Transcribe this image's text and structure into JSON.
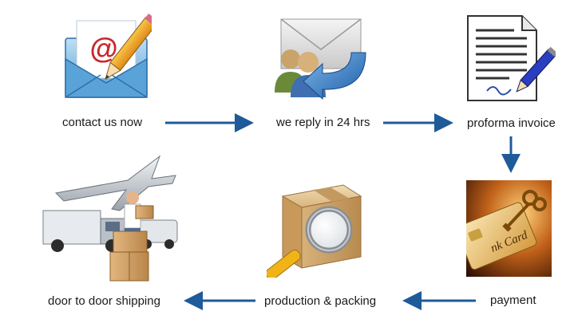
{
  "steps": [
    {
      "label": "contact us now",
      "icon": "email-envelope-icon"
    },
    {
      "label": "we reply in 24 hrs",
      "icon": "reply-mail-icon"
    },
    {
      "label": "proforma invoice",
      "icon": "invoice-document-icon"
    },
    {
      "label": "payment",
      "icon": "credit-card-key-icon"
    },
    {
      "label": "production & packing",
      "icon": "package-magnifier-icon"
    },
    {
      "label": "door to door shipping",
      "icon": "shipping-logistics-icon"
    }
  ],
  "icon_text": {
    "at_sign": "@",
    "card_text": "nk Card"
  },
  "colors": {
    "arrow": "#1f5a9a",
    "text": "#1a1a1a",
    "background": "#ffffff"
  }
}
